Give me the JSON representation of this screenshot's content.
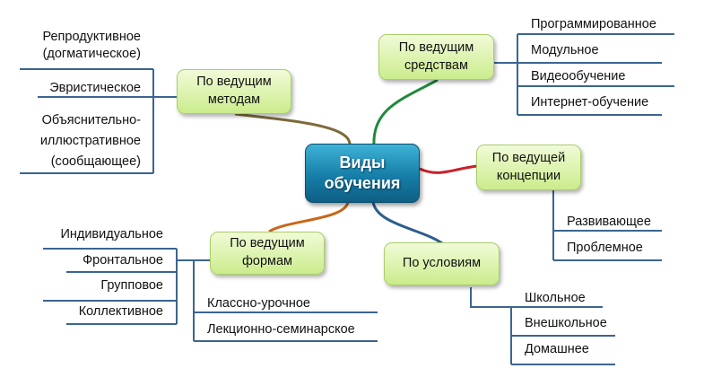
{
  "center": {
    "line1": "Виды",
    "line2": "обучения"
  },
  "branches": {
    "methods": {
      "line1": "По ведущим",
      "line2": "методам",
      "items": [
        "Репродуктивное",
        "(догматическое)",
        "Эвристическое",
        "Объяснительно-",
        "иллюстративное",
        "(сообщающее)"
      ]
    },
    "means": {
      "line1": "По ведущим",
      "line2": "средствам",
      "items": [
        "Программированное",
        "Модульное",
        "Видеообучение",
        "Интернет-обучение"
      ]
    },
    "concept": {
      "line1": "По ведущей",
      "line2": "концепции",
      "items": [
        "Развивающее",
        "Проблемное"
      ]
    },
    "forms": {
      "line1": "По ведущим",
      "line2": "формам",
      "items": [
        "Индивидуальное",
        "Фронтальное",
        "Групповое",
        "Коллективное",
        "Классно-урочное",
        "Лекционно-семинарское"
      ]
    },
    "conditions": {
      "line1": "По условиям",
      "items": [
        "Школьное",
        "Внешкольное",
        "Домашнее"
      ]
    }
  },
  "colors": {
    "leaf_line": "#3b6590",
    "methods_link": "#7d6a3a",
    "means_link": "#1f8a3c",
    "concept_link": "#c8222a",
    "forms_link": "#c8671a",
    "conditions_link": "#2d5d8f"
  }
}
